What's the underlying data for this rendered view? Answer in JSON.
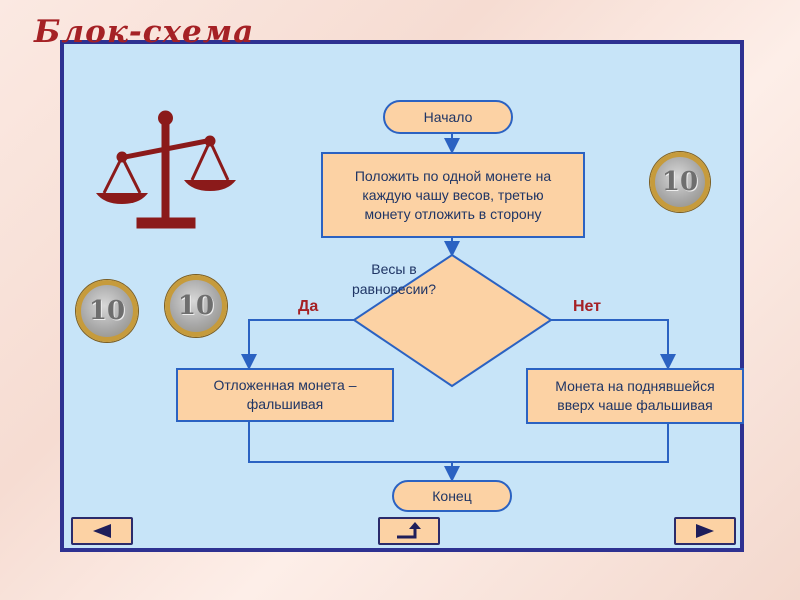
{
  "slide": {
    "title": "Блок-схема"
  },
  "flowchart": {
    "start": "Начало",
    "step": "Положить по одной монете на каждую чашу весов, третью монету отложить в сторону",
    "decision": "Весы в равновесии?",
    "yes_label": "Да",
    "no_label": "Нет",
    "yes_result": "Отложенная монета – фальшивая",
    "no_result": "Монета на поднявшейся вверх чаше фальшивая",
    "end": "Конец"
  },
  "coins": {
    "denomination": "10"
  },
  "nav": {
    "prev_icon": "left-arrow-icon",
    "return_icon": "return-arrow-icon",
    "next_icon": "right-arrow-icon"
  },
  "colors": {
    "slide_bg": "#c7e4f8",
    "slide_border": "#2e3191",
    "box_fill": "#fcd2a4",
    "box_border": "#2b62c2",
    "title": "#a52125",
    "label": "#a52125"
  }
}
